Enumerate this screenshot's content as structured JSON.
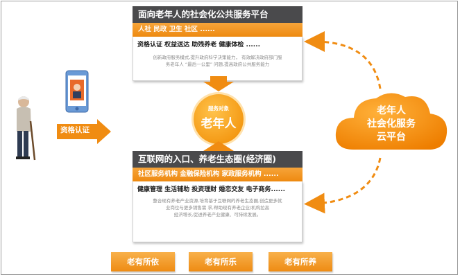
{
  "top_panel": {
    "title": "面向老年人的社会化公共服务平台",
    "subtitle": "人社   民政  卫生  社区    ......",
    "services": "资格认证  权益送达  助残养老  健康体检 ......",
    "description_line1": "创新政府服务模式,提升政府科学决策能力， 有效解决政府部门服",
    "description_line2": "务老年人 “最后一公里” 问题,提高政府公共服务能力"
  },
  "center": {
    "small": "服务对象",
    "big": "老年人"
  },
  "bottom_panel": {
    "title": "互联网的入口、养老生态圈(经济圈)",
    "subtitle": "社区服务机构  金融保险机构  家政服务机构 ......",
    "services": "健康管理  生活辅助  投资理财  婚恋交友  电子商务......",
    "description_line1": "整合现有养老产业资源,培育基于互联网的养老生态圈,创造更多就",
    "description_line2": "业岗位与更多销售需 求,帮助现有养老企业/机构拉高",
    "description_line3": "经济增长,促进养老产业健康、可持续发展。"
  },
  "qualification": "资格认证",
  "cloud": {
    "line1": "老年人",
    "line2": "社会化服务",
    "line3": "云平台"
  },
  "bottom_buttons": [
    "老有所依",
    "老有所乐",
    "老有所养"
  ],
  "colors": {
    "orange": "#f08c12",
    "dark_gray": "#4a4a4c",
    "light_orange": "#f7a53c"
  },
  "icons": [
    "phone-icon",
    "elderly-man-icon",
    "cloud-icon",
    "dashed-arrow-icon"
  ]
}
